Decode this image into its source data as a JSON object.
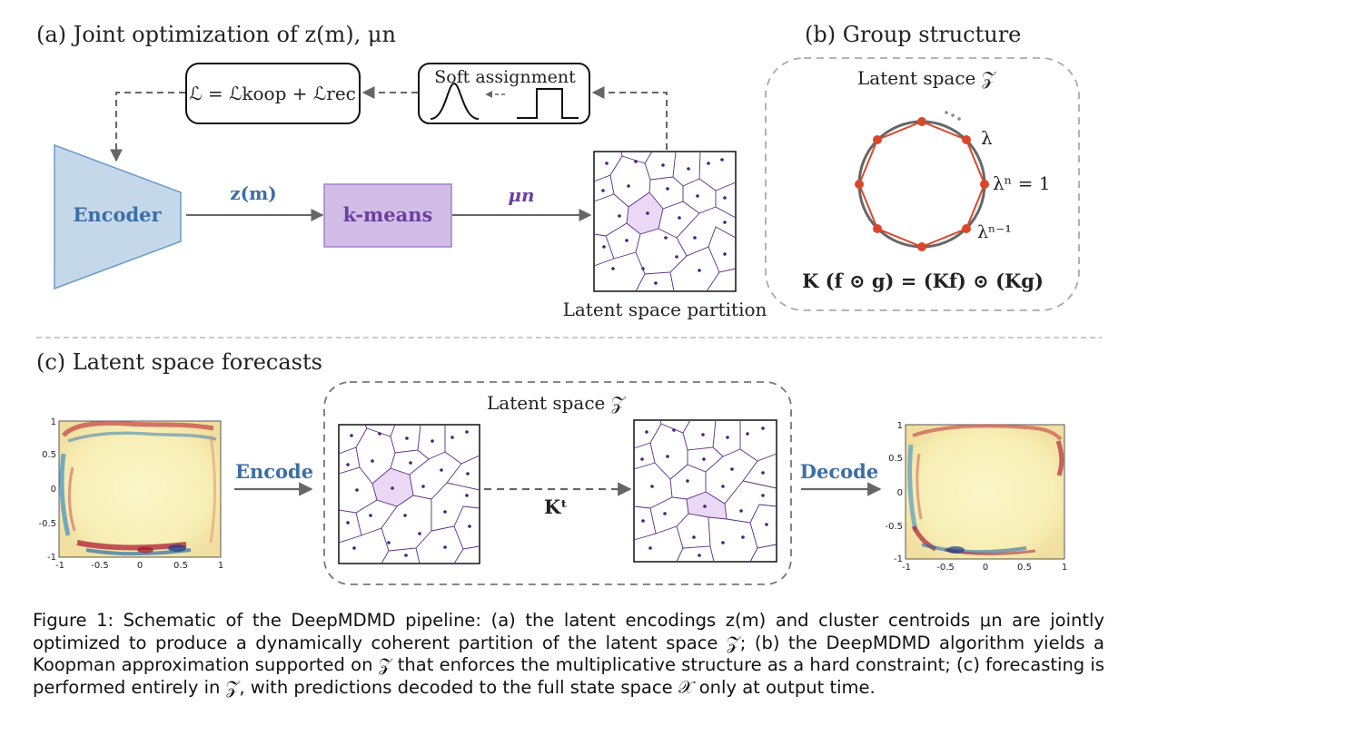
{
  "panel_a": {
    "title": "(a) Joint optimization of z(m), μn",
    "loss": "ℒ = ℒkoop + ℒrec",
    "soft_assignment": "Soft assignment",
    "encoder": "Encoder",
    "kmeans": "k-means",
    "z_label": "z(m)",
    "mu_label": "μn",
    "partition_caption": "Latent space partition"
  },
  "panel_b": {
    "title": "(b) Group structure",
    "latent_label": "Latent space 𝒵",
    "lambda": "λ",
    "lambda_n": "λⁿ = 1",
    "lambda_n_minus_1": "λⁿ⁻¹",
    "equation": "K (f ⊙ g) = (Kf) ⊙ (Kg)"
  },
  "panel_c": {
    "title": "(c) Latent space forecasts",
    "latent_label": "Latent space 𝒵",
    "encode": "Encode",
    "decode": "Decode",
    "koopman": "Kᵗ",
    "ticks_x": [
      "-1",
      "-0.5",
      "0",
      "0.5",
      "1"
    ],
    "ticks_y": [
      "1",
      "0.5",
      "0",
      "-0.5",
      "-1"
    ]
  },
  "caption": {
    "text": "Figure 1: Schematic of the DeepMDMD pipeline: (a) the latent encodings z(m) and cluster centroids μn are jointly optimized to produce a dynamically coherent partition of the latent space 𝒵; (b) the DeepMDMD algorithm yields a Koopman approximation supported on 𝒵 that enforces the multiplicative structure as a hard constraint; (c) forecasting is performed entirely in 𝒵, with predictions decoded to the full state space 𝒳 only at output time."
  },
  "colors": {
    "encoder_fill": "#c5d8ea",
    "encoder_stroke": "#6a9acb",
    "encoder_text": "#3d6fa6",
    "kmeans_fill": "#d2bde6",
    "kmeans_stroke": "#a37fc9",
    "kmeans_text": "#6b3fa0",
    "voronoi": "#5b2a86",
    "polygon": "#d9482b",
    "arrow": "#666666"
  }
}
